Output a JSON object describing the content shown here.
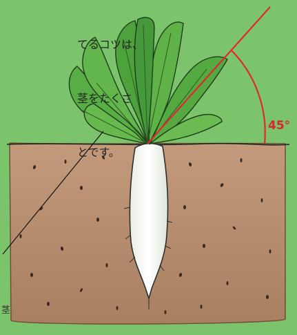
{
  "caption": {
    "line1": "てるコツは、",
    "line2": "茎をたくさ",
    "line3": "とです。"
  },
  "angle": {
    "label": "45°"
  },
  "side_label": "茎",
  "colors": {
    "background": "#7cc46c",
    "soil": "#b48b6e",
    "angle_line": "#e0272f",
    "radish": "#ffffff",
    "leaves": "#4fa83f"
  }
}
